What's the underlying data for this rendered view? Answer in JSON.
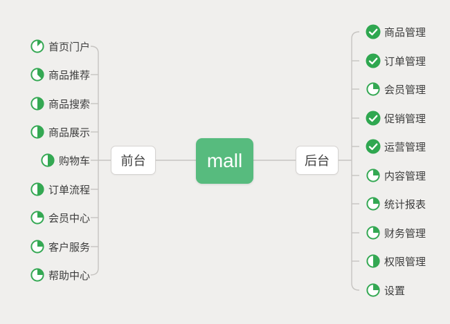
{
  "title": "mall",
  "colors": {
    "background": "#F0EFED",
    "line": "#C6C4C1",
    "node_green": "#57BB7E",
    "icon_green": "#34A853",
    "check_green": "#2FA750",
    "text": "#3C3C3C",
    "node_border": "#D5D3D1"
  },
  "center": {
    "label": "mall"
  },
  "left_branch": {
    "label": "前台",
    "items": [
      {
        "label": "首页门户",
        "icon": 0.125
      },
      {
        "label": "商品推荐",
        "icon": 0.375
      },
      {
        "label": "商品搜索",
        "icon": 0.5
      },
      {
        "label": "商品展示",
        "icon": 0.5
      },
      {
        "label": "购物车",
        "icon": 0.5
      },
      {
        "label": "订单流程",
        "icon": 0.5
      },
      {
        "label": "会员中心",
        "icon": 0.25
      },
      {
        "label": "客户服务",
        "icon": 0.25
      },
      {
        "label": "帮助中心",
        "icon": 0.25
      }
    ]
  },
  "right_branch": {
    "label": "后台",
    "items": [
      {
        "label": "商品管理",
        "icon": "done"
      },
      {
        "label": "订单管理",
        "icon": "done"
      },
      {
        "label": "会员管理",
        "icon": 0.25
      },
      {
        "label": "促销管理",
        "icon": "done"
      },
      {
        "label": "运营管理",
        "icon": "done"
      },
      {
        "label": "内容管理",
        "icon": 0.25
      },
      {
        "label": "统计报表",
        "icon": 0.25
      },
      {
        "label": "财务管理",
        "icon": 0.25
      },
      {
        "label": "权限管理",
        "icon": 0.5
      },
      {
        "label": "设置",
        "icon": 0.25
      }
    ]
  }
}
